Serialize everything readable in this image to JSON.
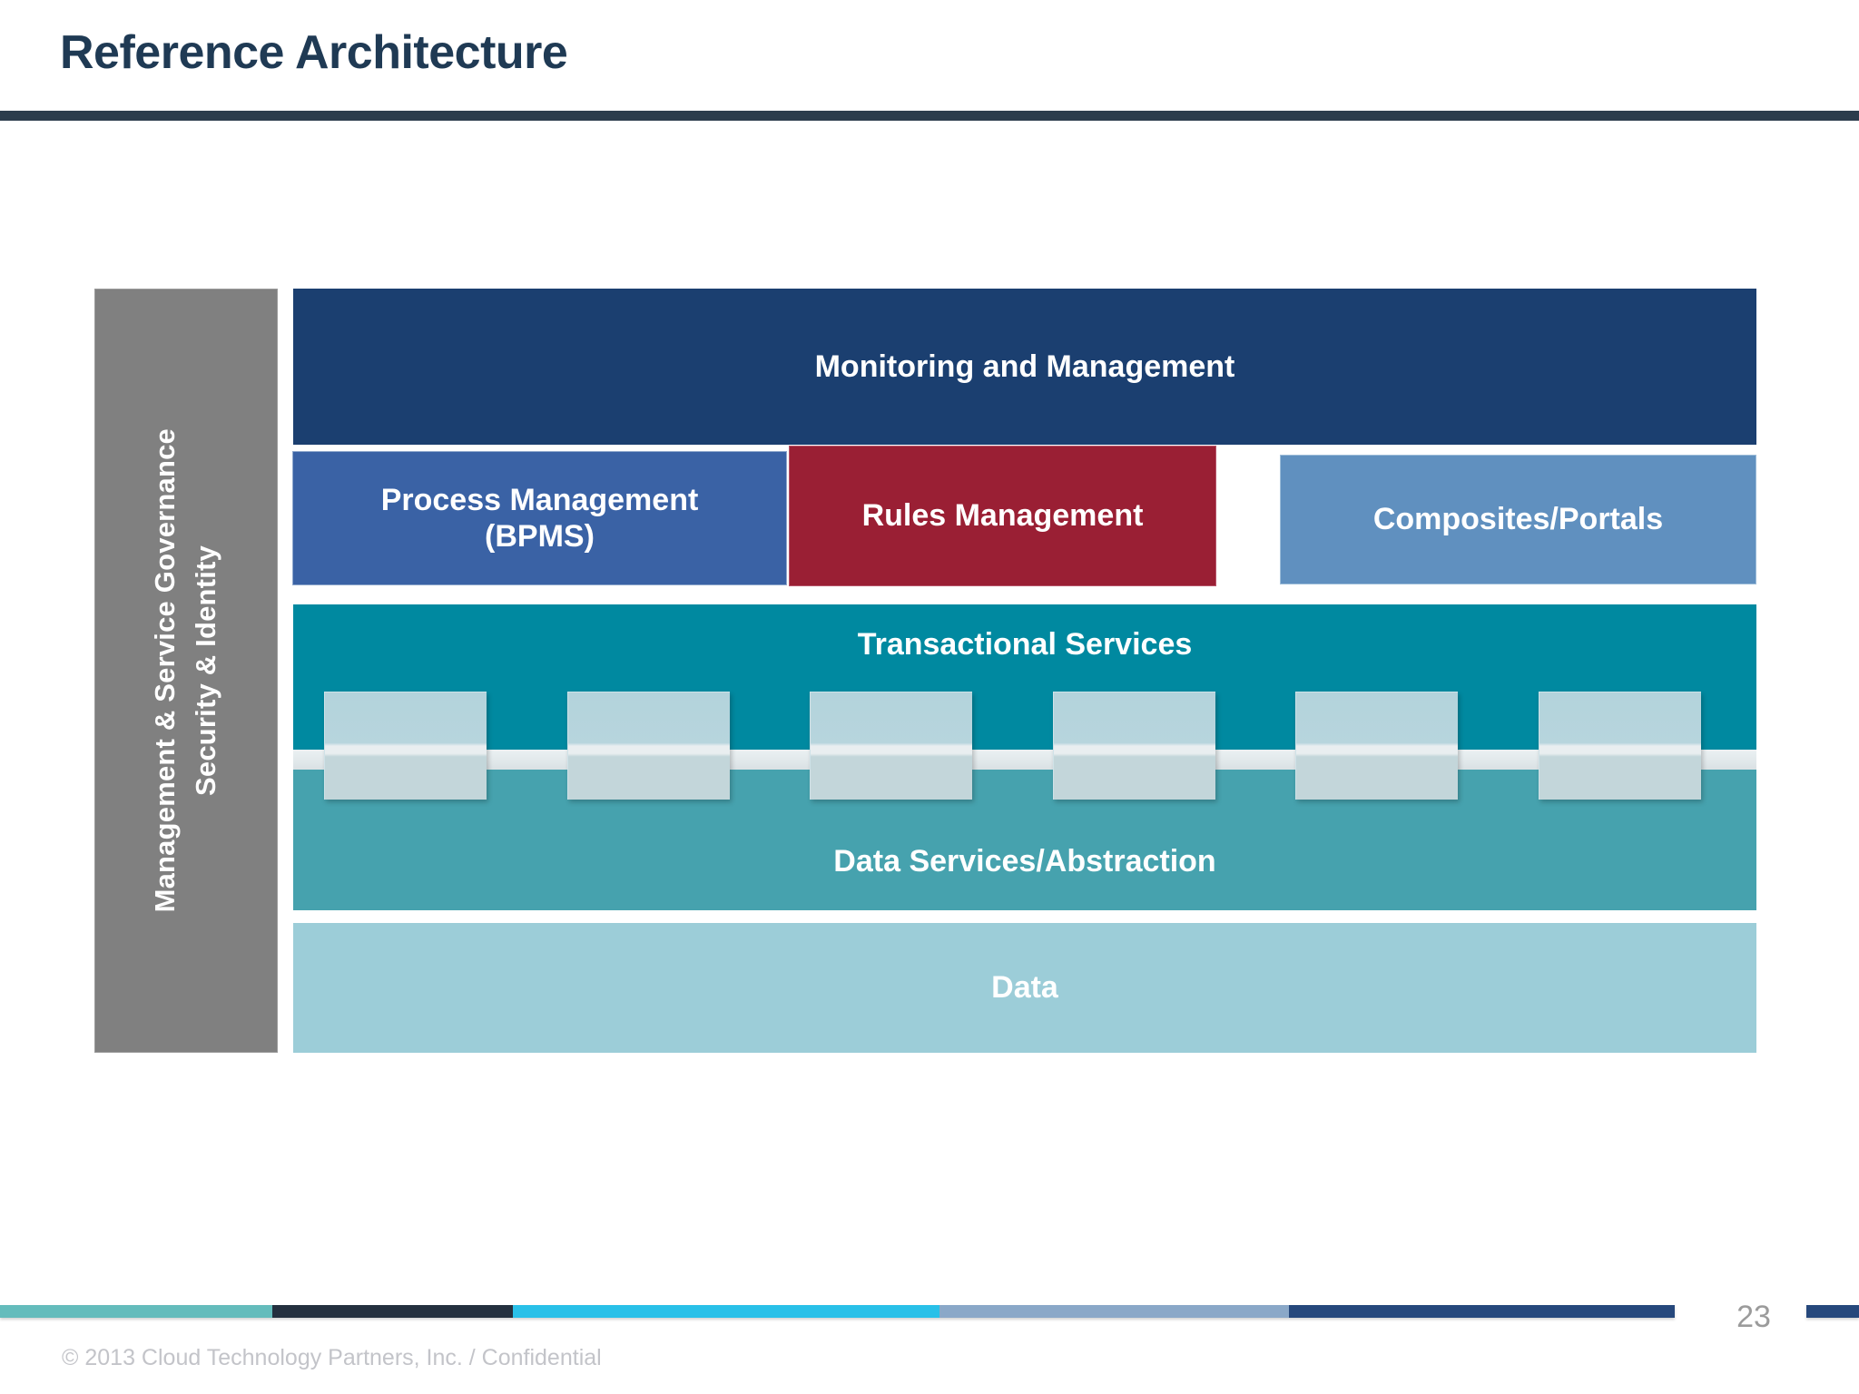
{
  "slide": {
    "title": "Reference Architecture",
    "page_number": "23",
    "footer_note": "© 2013 Cloud Technology Partners, Inc.  /  Confidential",
    "accent_colors": {
      "title_navy": "#1f3a54",
      "rule_navy": "#2b3c4c",
      "monitoring_navy": "#1b3f70",
      "process_blue": "#3a62a5",
      "rules_red": "#9a1f34",
      "composites_blue": "#6090bf",
      "transactional_teal": "#0089a0",
      "data_services_teal": "#46a2ae",
      "data_lightblue": "#9ccdd8",
      "governance_gray": "#808080",
      "chip_lightblue": "#b3d3dc",
      "page_number_gray": "#9b9b9b",
      "footer_note_gray": "#c3c4c9"
    },
    "footer_bar_segments": [
      {
        "color": "#64bcbc"
      },
      {
        "color": "#24303f"
      },
      {
        "color": "#29c0e8"
      },
      {
        "color": "#8aa8c8"
      },
      {
        "color": "#26487c"
      }
    ]
  },
  "diagram": {
    "governance": {
      "line_1": "Management & Service Governance",
      "line_2": "Security & Identity"
    },
    "layers": {
      "monitoring": "Monitoring and Management",
      "process": "Process Management\n(BPMS)",
      "process_line_1": "Process Management",
      "process_line_2": "(BPMS)",
      "rules": "Rules Management",
      "composites": "Composites/Portals",
      "transactional": "Transactional Services",
      "data_services": "Data Services/Abstraction",
      "data": "Data"
    },
    "service_chips": [
      {
        "label": ""
      },
      {
        "label": ""
      },
      {
        "label": ""
      },
      {
        "label": ""
      },
      {
        "label": ""
      },
      {
        "label": ""
      }
    ]
  }
}
